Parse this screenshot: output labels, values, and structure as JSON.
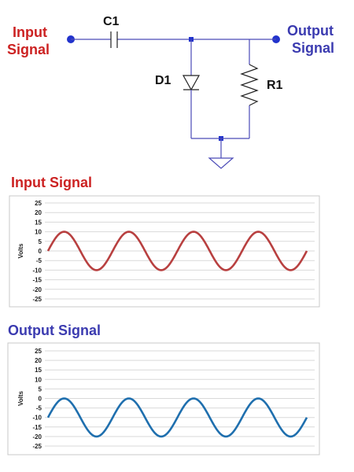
{
  "circuit": {
    "input_label_line1": "Input",
    "input_label_line2": "Signal",
    "output_label_line1": "Output",
    "output_label_line2": "Signal",
    "capacitor_label": "C1",
    "diode_label": "D1",
    "resistor_label": "R1",
    "colors": {
      "input": "#cc2222",
      "output": "#3b3bb0",
      "wire": "#4a4ab8"
    }
  },
  "chart_data": [
    {
      "type": "line",
      "title": "Input Signal",
      "title_color": "#cc2222",
      "ylabel": "Volts",
      "ylim": [
        -25,
        25
      ],
      "yticks": [
        "25",
        "20",
        "15",
        "10",
        "5",
        "0",
        "-5",
        "-10",
        "-15",
        "-20",
        "-25"
      ],
      "grid": true,
      "series": [
        {
          "color": "#b84040",
          "offset": 0,
          "amplitude": 10,
          "cycles": 4,
          "start_phase": "rising"
        }
      ]
    },
    {
      "type": "line",
      "title": "Output Signal",
      "title_color": "#3b3bb0",
      "ylabel": "Volts",
      "ylim": [
        -25,
        25
      ],
      "yticks": [
        "25",
        "20",
        "15",
        "10",
        "5",
        "0",
        "-5",
        "-10",
        "-15",
        "-20",
        "-25"
      ],
      "grid": true,
      "series": [
        {
          "color": "#1f6fae",
          "offset": -10,
          "amplitude": 10,
          "cycles": 4,
          "start_phase": "rising"
        }
      ]
    }
  ]
}
